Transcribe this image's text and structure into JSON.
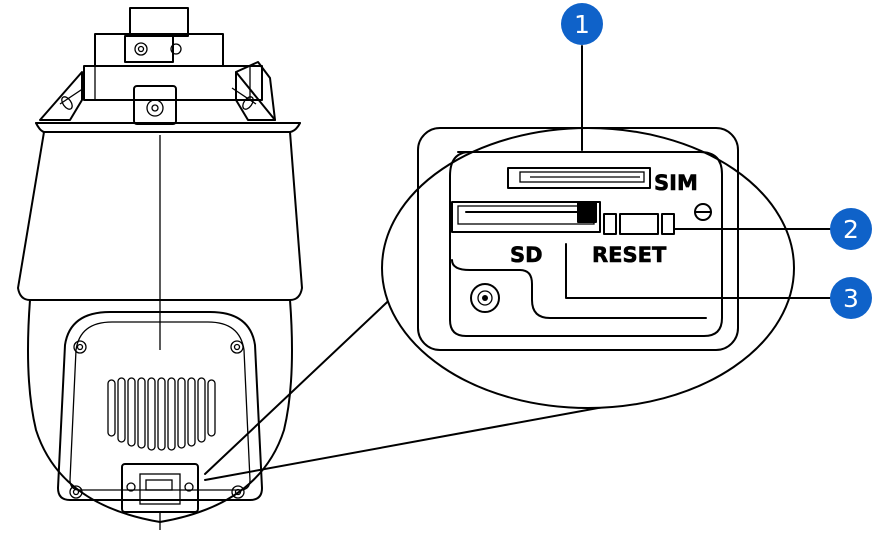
{
  "labels": {
    "sim": "SIM",
    "sd": "SD",
    "reset": "RESET"
  },
  "callouts": [
    {
      "number": "1",
      "target": "SIM card slot"
    },
    {
      "number": "2",
      "target": "RESET button"
    },
    {
      "number": "3",
      "target": "SD card slot"
    }
  ],
  "colors": {
    "callout_fill": "#0f62c9",
    "line": "#000000",
    "background": "#ffffff"
  }
}
